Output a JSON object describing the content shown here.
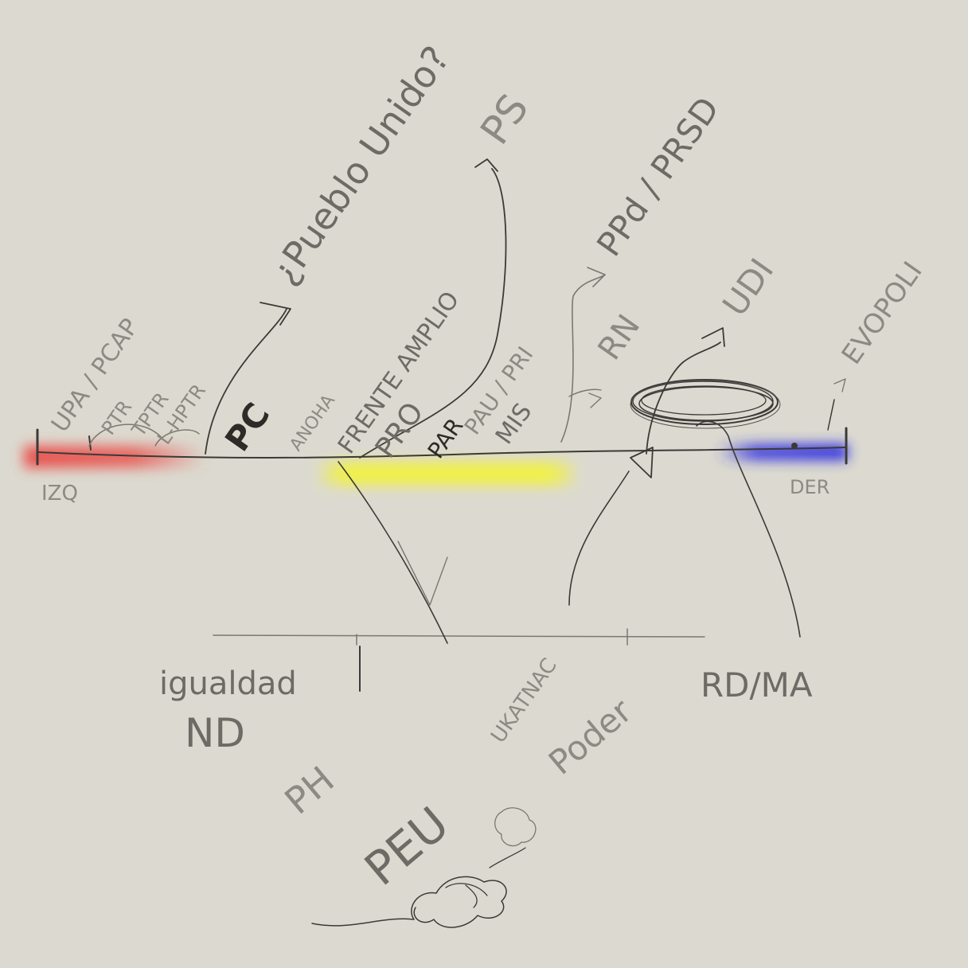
{
  "axis": {
    "left_label": "IZQ",
    "right_label": "DER"
  },
  "labels": {
    "upa_pcap": "UPA / PCAP",
    "ptr": "PTR",
    "tptr": "TPTR",
    "lhptr": "L-HPTR",
    "pc": "PC",
    "anoha": "ANOHA",
    "pueblo_unido": "¿Pueblo Unido?",
    "frente_amplio": "FRENTE AMPLIO",
    "pro": "PRO",
    "par": "PAR",
    "pau": "PAU / PRI",
    "mis": "MIS",
    "ps": "PS",
    "rn": "RN",
    "ppd_prsd": "PPd / PRSD",
    "udi": "UDI",
    "evopoli": "EVOPOLI",
    "igualdad_nd": "igualdad",
    "nd": "ND",
    "ph": "PH",
    "peu": "PEU",
    "ukatnac": "UKATNAC",
    "poder": "Poder",
    "rd_ma": "RD/MA"
  },
  "colors": {
    "background": "#dcdad0",
    "left_band": "#e8544f",
    "center_band": "#f0f04a",
    "right_band": "#2f2fe0",
    "pencil": "#3b3a37"
  }
}
